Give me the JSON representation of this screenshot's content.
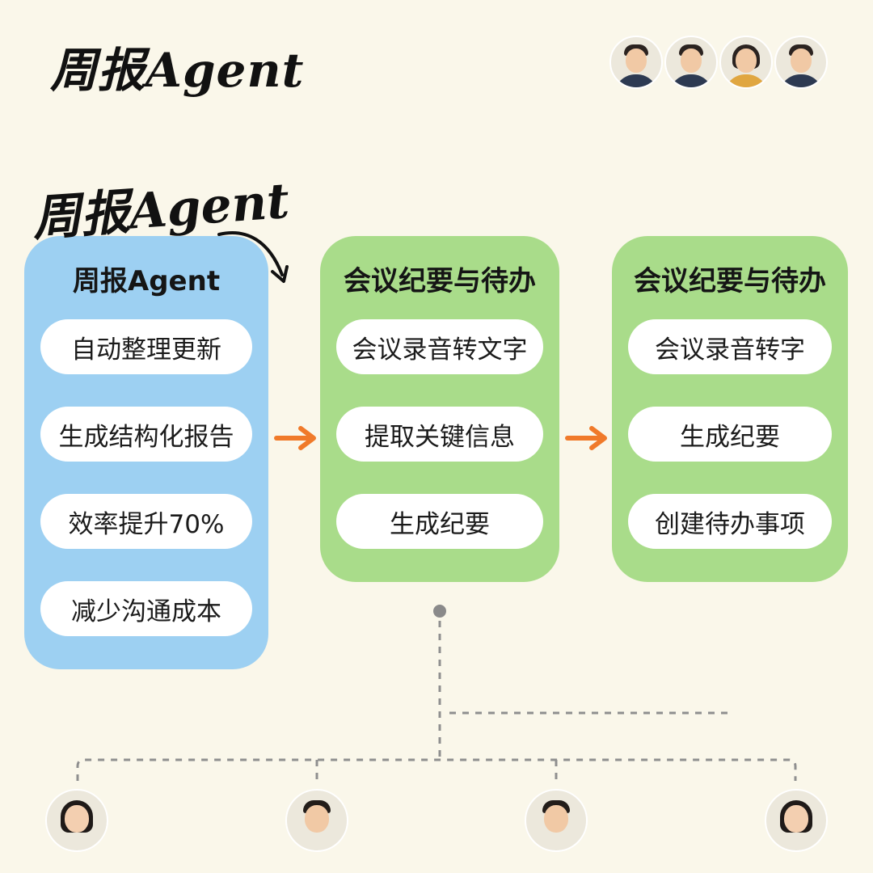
{
  "title": "周报Agent",
  "handwritten_label": "周报Agent",
  "cards": [
    {
      "title": "周报Agent",
      "color": "#9dd0f2",
      "items": [
        "自动整理更新",
        "生成结构化报告",
        "效率提升70%",
        "减少沟通成本"
      ]
    },
    {
      "title": "会议纪要与待办",
      "color": "#a9dc8a",
      "items": [
        "会议录音转文字",
        "提取关键信息",
        "生成纪要"
      ]
    },
    {
      "title": "会议纪要与待办",
      "color": "#a9dc8a",
      "items": [
        "会议录音转字",
        "生成纪要",
        "创建待办事项"
      ]
    }
  ],
  "arrow_color": "#f07a2a",
  "top_avatars": [
    "man-avatar",
    "man-avatar",
    "woman-avatar",
    "man-avatar"
  ],
  "bottom_avatars": [
    "woman-avatar",
    "man-avatar",
    "man-avatar",
    "woman-avatar"
  ]
}
